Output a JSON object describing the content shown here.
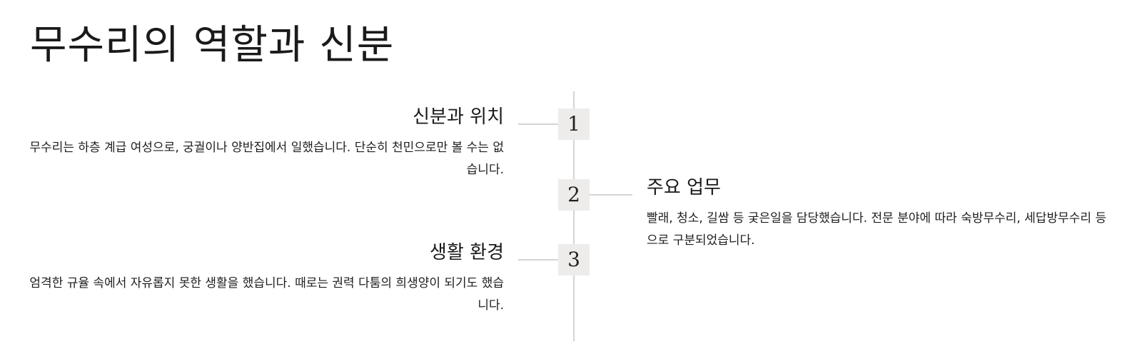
{
  "page": {
    "title": "무수리의 역할과 신분"
  },
  "timeline": {
    "steps": [
      {
        "number": "1",
        "heading": "신분과 위치",
        "text": "무수리는 하층 계급 여성으로, 궁궐이나 양반집에서 일했습니다. 단순히 천민으로만 볼 수는 없습니다.",
        "side": "left"
      },
      {
        "number": "2",
        "heading": "주요 업무",
        "text": "빨래, 청소, 길쌈 등 궂은일을 담당했습니다. 전문 분야에 따라 숙방무수리, 세답방무수리 등으로 구분되었습니다.",
        "side": "right"
      },
      {
        "number": "3",
        "heading": "생활 환경",
        "text": "엄격한 규율 속에서 자유롭지 못한 생활을 했습니다. 때로는 권력 다툼의 희생양이 되기도 했습니다.",
        "side": "left"
      }
    ]
  },
  "colors": {
    "axis": "#d4d4d4",
    "badge_bg": "#eeecea",
    "text": "#1a1a1a"
  }
}
